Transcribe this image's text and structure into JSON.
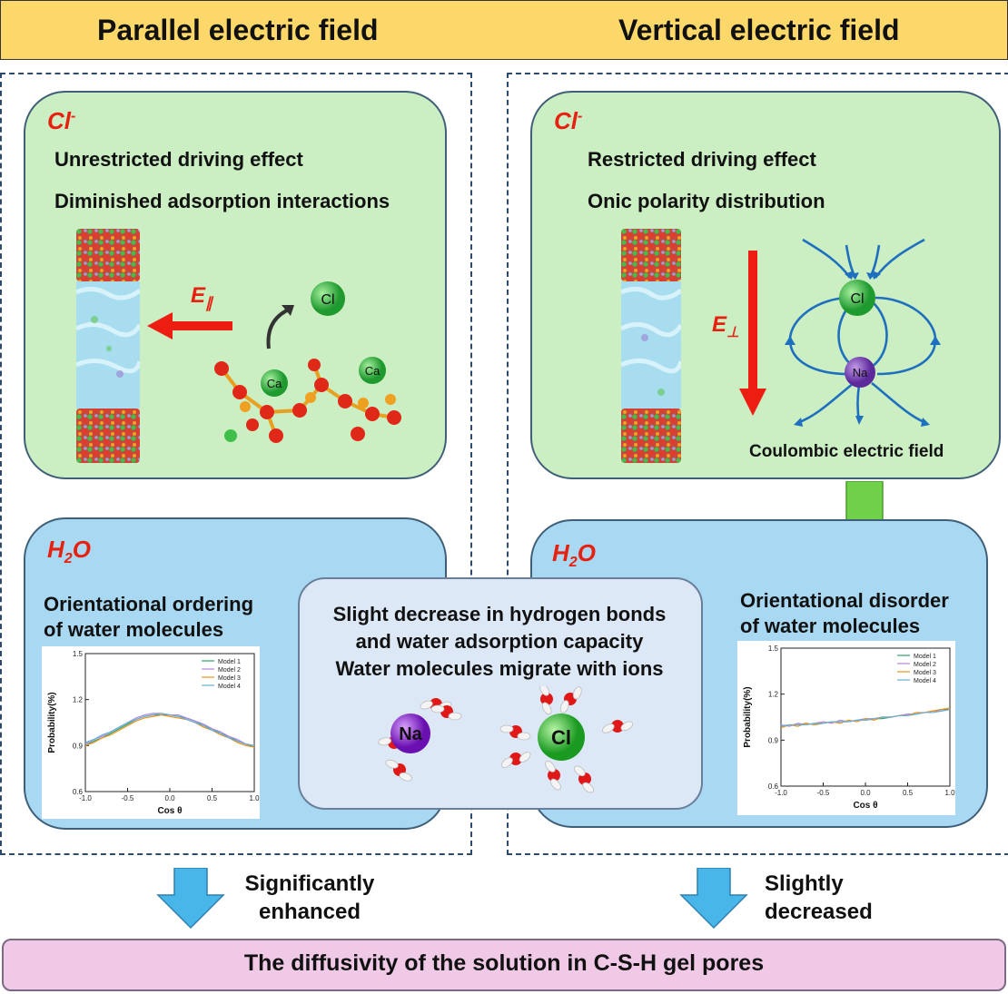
{
  "header": {
    "left_title": "Parallel electric field",
    "right_title": "Vertical electric field"
  },
  "left": {
    "cl_box": {
      "ion": "Cl",
      "ion_sup": "-",
      "line1": "Unrestricted driving effect",
      "line2": "Diminished adsorption interactions",
      "field_label": "E",
      "field_sub": "∥",
      "atoms": [
        "Cl",
        "Ca",
        "Ca"
      ]
    },
    "h2o_box": {
      "ion": "H",
      "ion_sub": "2",
      "ion_end": "O",
      "line1": "Orientational ordering",
      "line2": "of water molecules"
    },
    "result": {
      "line1": "Significantly",
      "line2": "enhanced"
    }
  },
  "right": {
    "cl_box": {
      "ion": "Cl",
      "ion_sup": "-",
      "line1": "Restricted driving effect",
      "line2": "Onic polarity distribution",
      "field_label": "E",
      "field_sub": "⊥",
      "atoms": [
        "Cl",
        "Na"
      ],
      "caption": "Coulombic electric field"
    },
    "h2o_box": {
      "ion": "H",
      "ion_sub": "2",
      "ion_end": "O",
      "line1": "Orientational disorder",
      "line2": "of water molecules"
    },
    "result": {
      "line1": "Slightly",
      "line2": "decreased"
    }
  },
  "center": {
    "line1": "Slight decrease in hydrogen bonds",
    "line2": "and water adsorption capacity",
    "line3": "Water molecules migrate with ions",
    "ion_na": "Na",
    "ion_cl": "Cl"
  },
  "footer": {
    "text": "The diffusivity of the solution in C-S-H gel pores"
  },
  "chart_data": [
    {
      "type": "line",
      "xlabel": "Cos θ",
      "ylabel": "Probability(%)",
      "xlim": [
        -1.0,
        1.0
      ],
      "ylim": [
        0.6,
        1.5
      ],
      "xticks": [
        "-1.0",
        "-0.5",
        "0.0",
        "0.5",
        "1.0"
      ],
      "yticks": [
        "0.6",
        "0.9",
        "1.2",
        "1.5"
      ],
      "legend_position": "top-right",
      "x": [
        -1.0,
        -0.9,
        -0.8,
        -0.7,
        -0.6,
        -0.5,
        -0.4,
        -0.3,
        -0.2,
        -0.1,
        0.0,
        0.1,
        0.2,
        0.3,
        0.4,
        0.5,
        0.6,
        0.7,
        0.8,
        0.9,
        1.0
      ],
      "series": [
        {
          "name": "Model 1",
          "color": "#2e9f6a",
          "values": [
            0.9,
            0.93,
            0.95,
            0.98,
            1.01,
            1.04,
            1.07,
            1.09,
            1.1,
            1.1,
            1.1,
            1.09,
            1.08,
            1.06,
            1.03,
            1.01,
            0.98,
            0.96,
            0.93,
            0.91,
            0.89
          ]
        },
        {
          "name": "Model 2",
          "color": "#b089d8",
          "values": [
            0.91,
            0.94,
            0.96,
            0.99,
            1.02,
            1.05,
            1.08,
            1.1,
            1.11,
            1.11,
            1.1,
            1.1,
            1.08,
            1.06,
            1.04,
            1.01,
            0.99,
            0.96,
            0.94,
            0.91,
            0.9
          ]
        },
        {
          "name": "Model 3",
          "color": "#e8911e",
          "values": [
            0.9,
            0.92,
            0.95,
            0.97,
            1.0,
            1.03,
            1.06,
            1.08,
            1.09,
            1.1,
            1.09,
            1.08,
            1.07,
            1.05,
            1.02,
            1.0,
            0.97,
            0.95,
            0.92,
            0.9,
            0.89
          ]
        },
        {
          "name": "Model 4",
          "color": "#6aaed6",
          "values": [
            0.92,
            0.94,
            0.97,
            0.99,
            1.02,
            1.05,
            1.07,
            1.09,
            1.1,
            1.11,
            1.1,
            1.09,
            1.07,
            1.05,
            1.03,
            1.0,
            0.98,
            0.95,
            0.93,
            0.91,
            0.9
          ]
        }
      ]
    },
    {
      "type": "line",
      "xlabel": "Cos θ",
      "ylabel": "Probability(%)",
      "xlim": [
        -1.0,
        1.0
      ],
      "ylim": [
        0.6,
        1.5
      ],
      "xticks": [
        "-1.0",
        "-0.5",
        "0.0",
        "0.5",
        "1.0"
      ],
      "yticks": [
        "0.6",
        "0.9",
        "1.2",
        "1.5"
      ],
      "legend_position": "top-right",
      "x": [
        -1.0,
        -0.9,
        -0.8,
        -0.7,
        -0.6,
        -0.5,
        -0.4,
        -0.3,
        -0.2,
        -0.1,
        0.0,
        0.1,
        0.2,
        0.3,
        0.4,
        0.5,
        0.6,
        0.7,
        0.8,
        0.9,
        1.0
      ],
      "series": [
        {
          "name": "Model 1",
          "color": "#2e9f6a",
          "values": [
            0.99,
            1.0,
            1.0,
            1.01,
            1.0,
            1.01,
            1.02,
            1.02,
            1.02,
            1.03,
            1.03,
            1.04,
            1.04,
            1.05,
            1.06,
            1.06,
            1.07,
            1.08,
            1.09,
            1.1,
            1.1
          ]
        },
        {
          "name": "Model 2",
          "color": "#b089d8",
          "values": [
            1.0,
            0.99,
            1.01,
            1.0,
            1.01,
            1.02,
            1.01,
            1.03,
            1.02,
            1.03,
            1.04,
            1.04,
            1.05,
            1.05,
            1.06,
            1.07,
            1.07,
            1.08,
            1.09,
            1.09,
            1.1
          ]
        },
        {
          "name": "Model 3",
          "color": "#e8911e",
          "values": [
            0.98,
            1.0,
            0.99,
            1.01,
            1.0,
            1.01,
            1.02,
            1.01,
            1.03,
            1.02,
            1.04,
            1.03,
            1.05,
            1.05,
            1.06,
            1.06,
            1.08,
            1.08,
            1.09,
            1.1,
            1.11
          ]
        },
        {
          "name": "Model 4",
          "color": "#6aaed6",
          "values": [
            0.99,
            1.0,
            1.0,
            1.0,
            1.01,
            1.01,
            1.02,
            1.02,
            1.02,
            1.03,
            1.03,
            1.04,
            1.05,
            1.05,
            1.06,
            1.06,
            1.07,
            1.08,
            1.08,
            1.09,
            1.1
          ]
        }
      ]
    }
  ]
}
